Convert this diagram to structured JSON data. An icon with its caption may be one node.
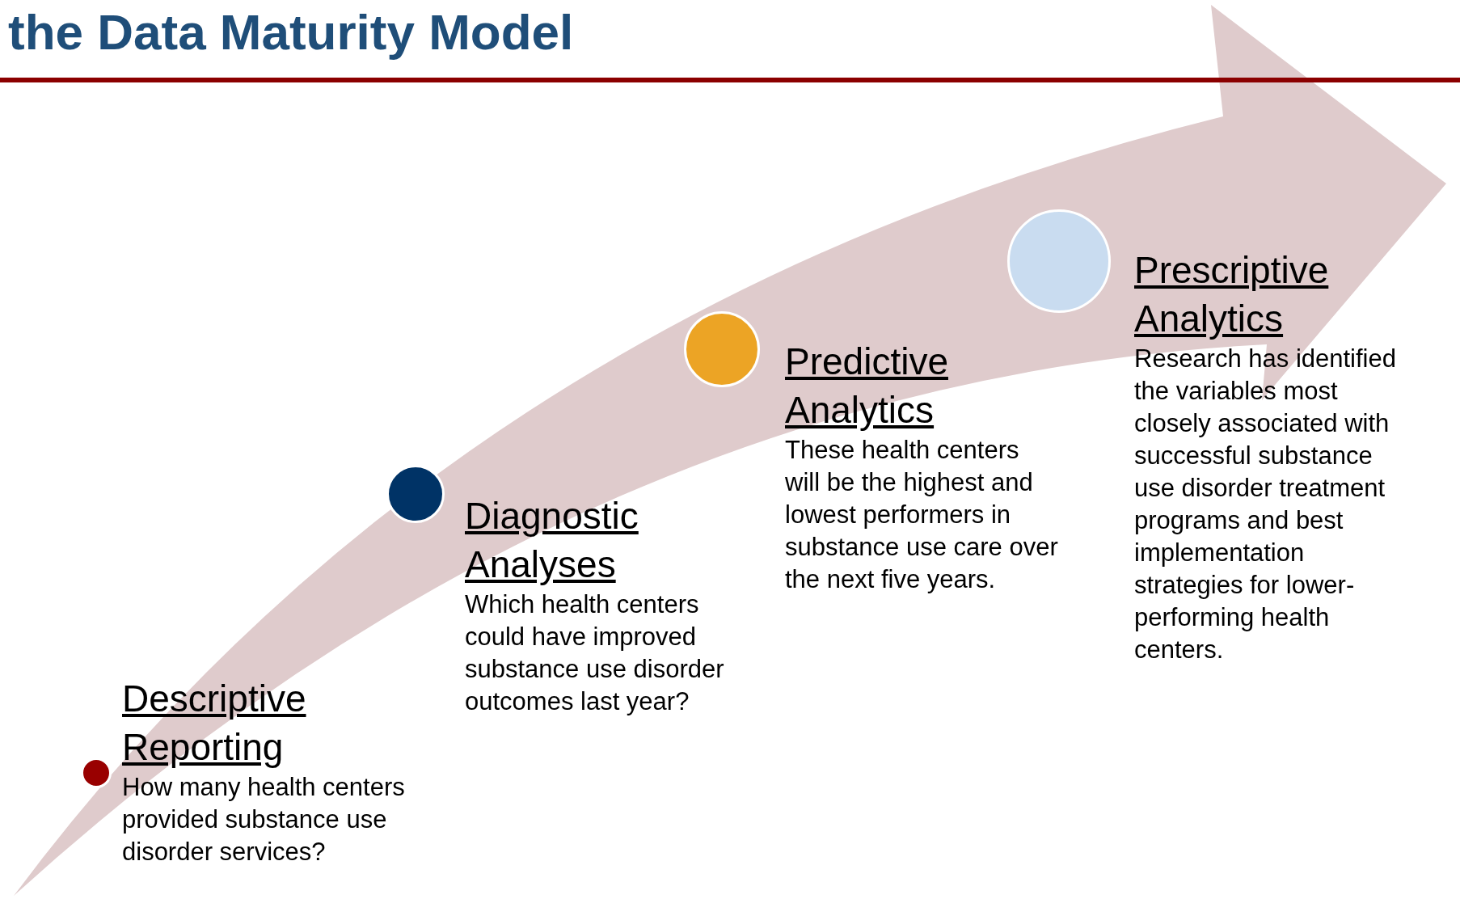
{
  "diagram": {
    "title": "the Data Maturity Model",
    "nodes": [
      {
        "text": [],
        "shape": "circle",
        "beside": [
          "Descriptive Reporting",
          "How many health centers provided substance use disorder services?"
        ]
      },
      {
        "text": [],
        "shape": "circle",
        "beside": [
          "Diagnostic Analyses",
          "Which health centers could have improved substance use disorder outcomes last year?"
        ]
      },
      {
        "text": [],
        "shape": "circle",
        "beside": [
          "Predictive Analytics",
          "These health centers will be the highest and lowest performers in substance use care over the next five years."
        ]
      },
      {
        "text": [],
        "shape": "circle",
        "beside": [
          "Prescriptive Analytics",
          "Research has identified the variables most closely associated with successful substance use disorder treatment programs and best implementation strategies for lower-performing health centers."
        ]
      }
    ],
    "edges": []
  }
}
